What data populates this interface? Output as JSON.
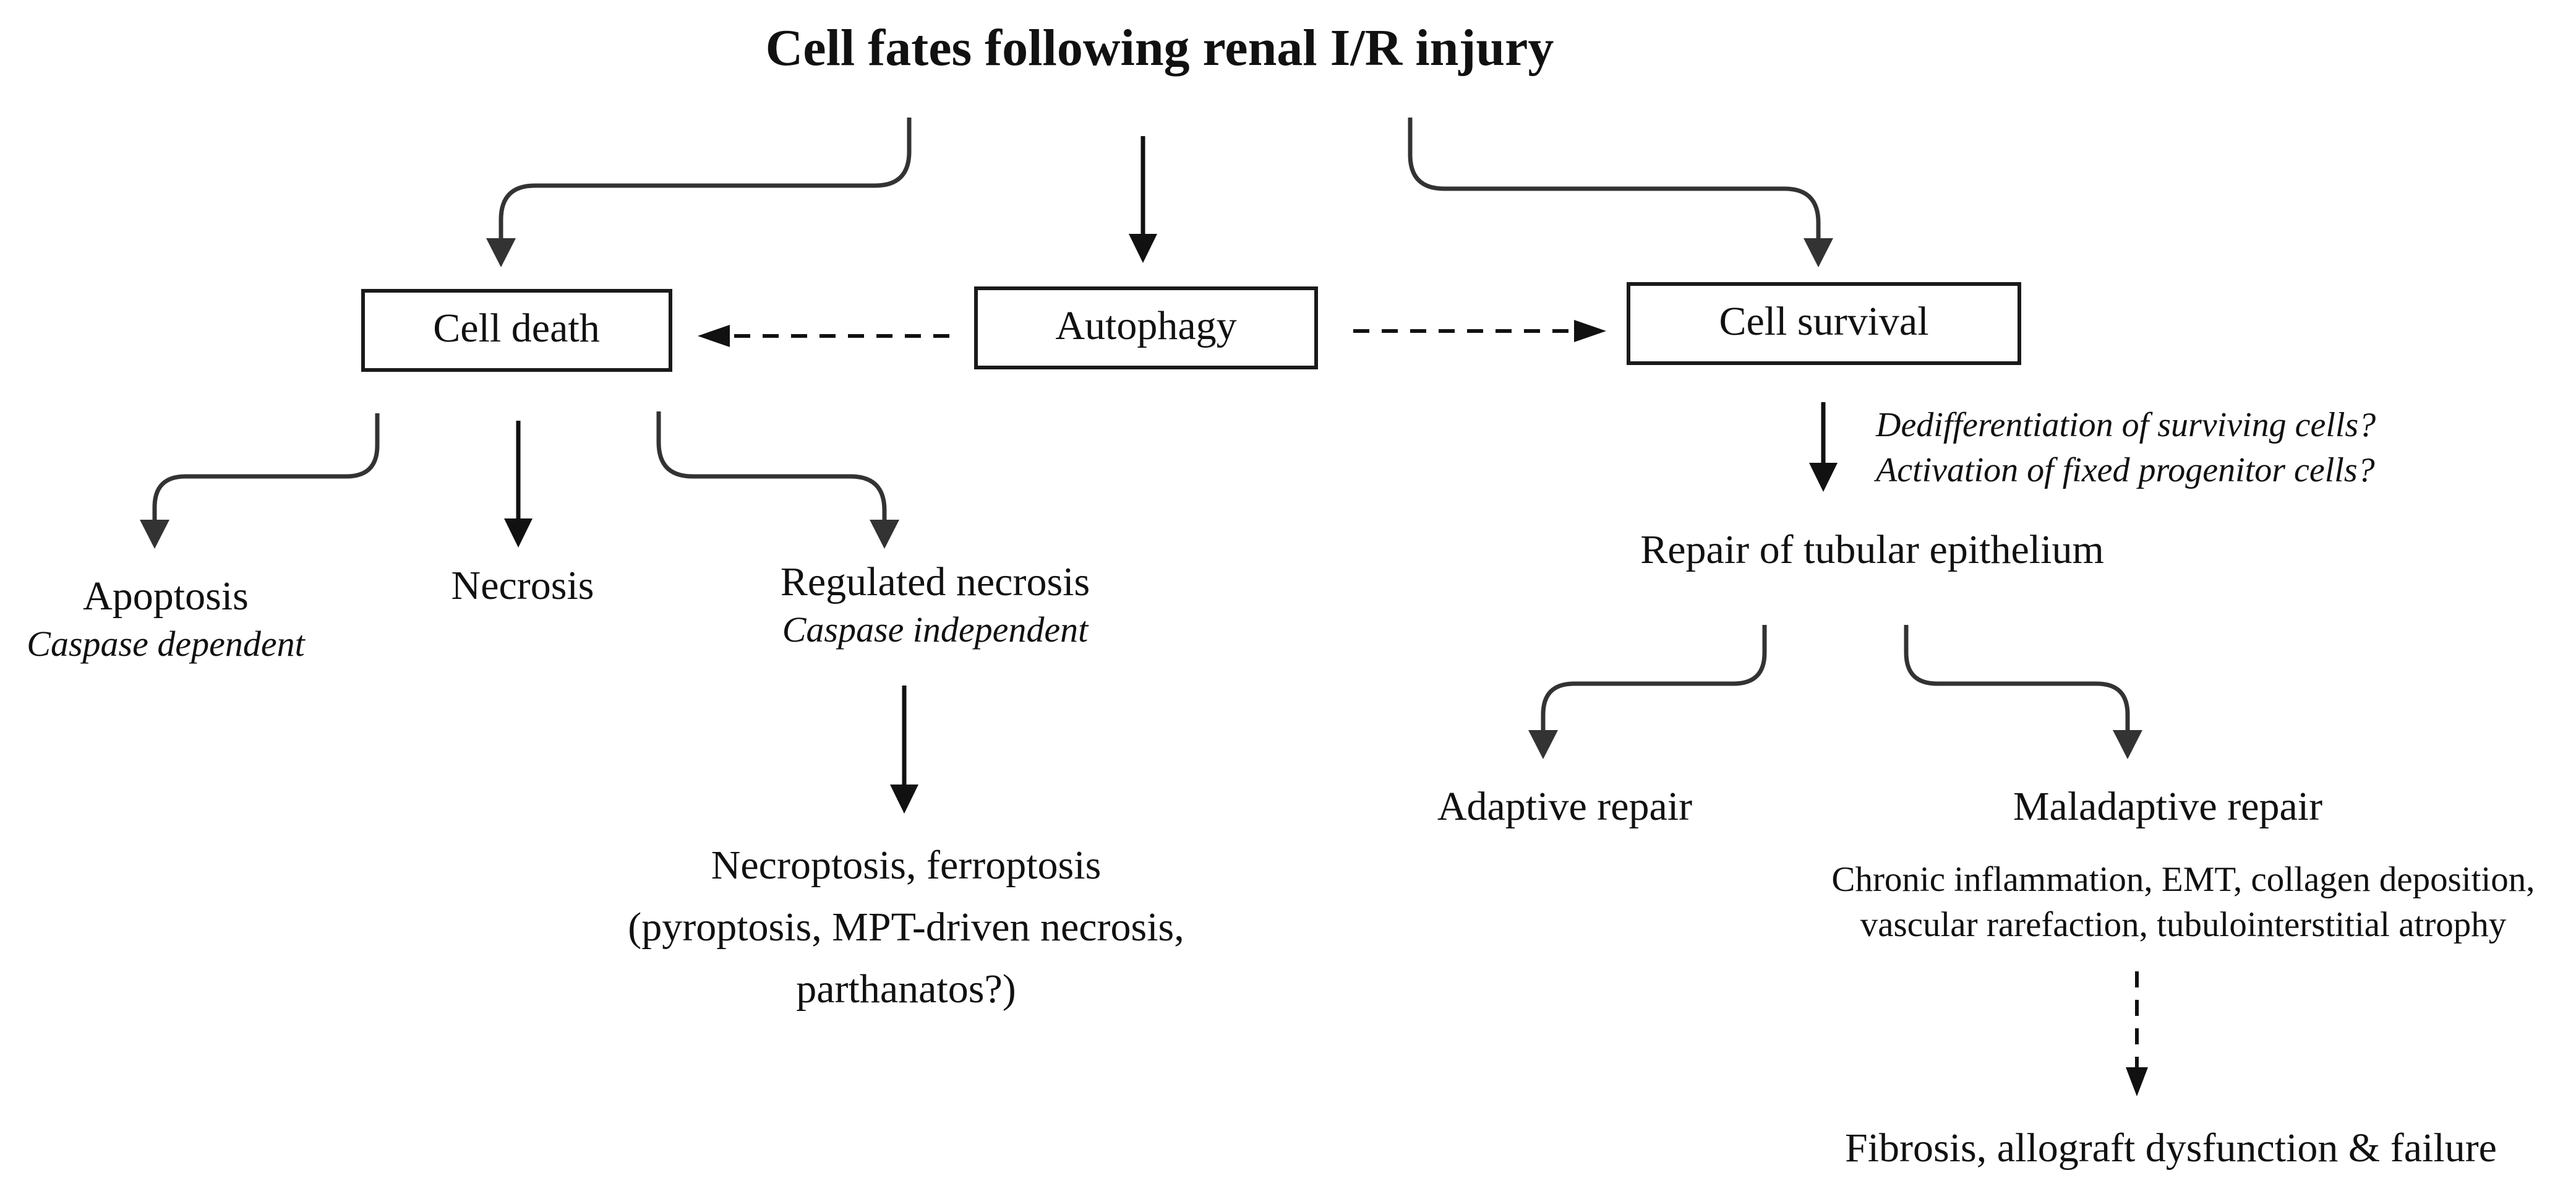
{
  "title": "Cell fates following renal I/R injury",
  "boxes": {
    "cell_death": "Cell death",
    "autophagy": "Autophagy",
    "cell_survival": "Cell survival"
  },
  "death_branches": {
    "apoptosis": {
      "label": "Apoptosis",
      "sub": "Caspase dependent"
    },
    "necrosis": {
      "label": "Necrosis"
    },
    "regulated_necrosis": {
      "label": "Regulated necrosis",
      "sub": "Caspase independent"
    }
  },
  "regulated_forms": [
    "Necroptosis, ferroptosis",
    "(pyroptosis, MPT-driven necrosis,",
    "parthanatos?)"
  ],
  "survival_notes": [
    "Dedifferentiation of surviving cells?",
    "Activation of fixed progenitor cells?"
  ],
  "repair": {
    "label": "Repair of tubular epithelium",
    "adaptive": "Adaptive repair",
    "maladaptive": "Maladaptive repair",
    "maladaptive_details": [
      "Chronic inflammation, EMT, collagen deposition,",
      "vascular rarefaction, tubulointerstitial atrophy"
    ],
    "outcome": "Fibrosis, allograft dysfunction & failure"
  },
  "colors": {
    "text": "#111111",
    "arrow": "#333333",
    "box_border": "#1a1a1a",
    "background": "#ffffff"
  }
}
